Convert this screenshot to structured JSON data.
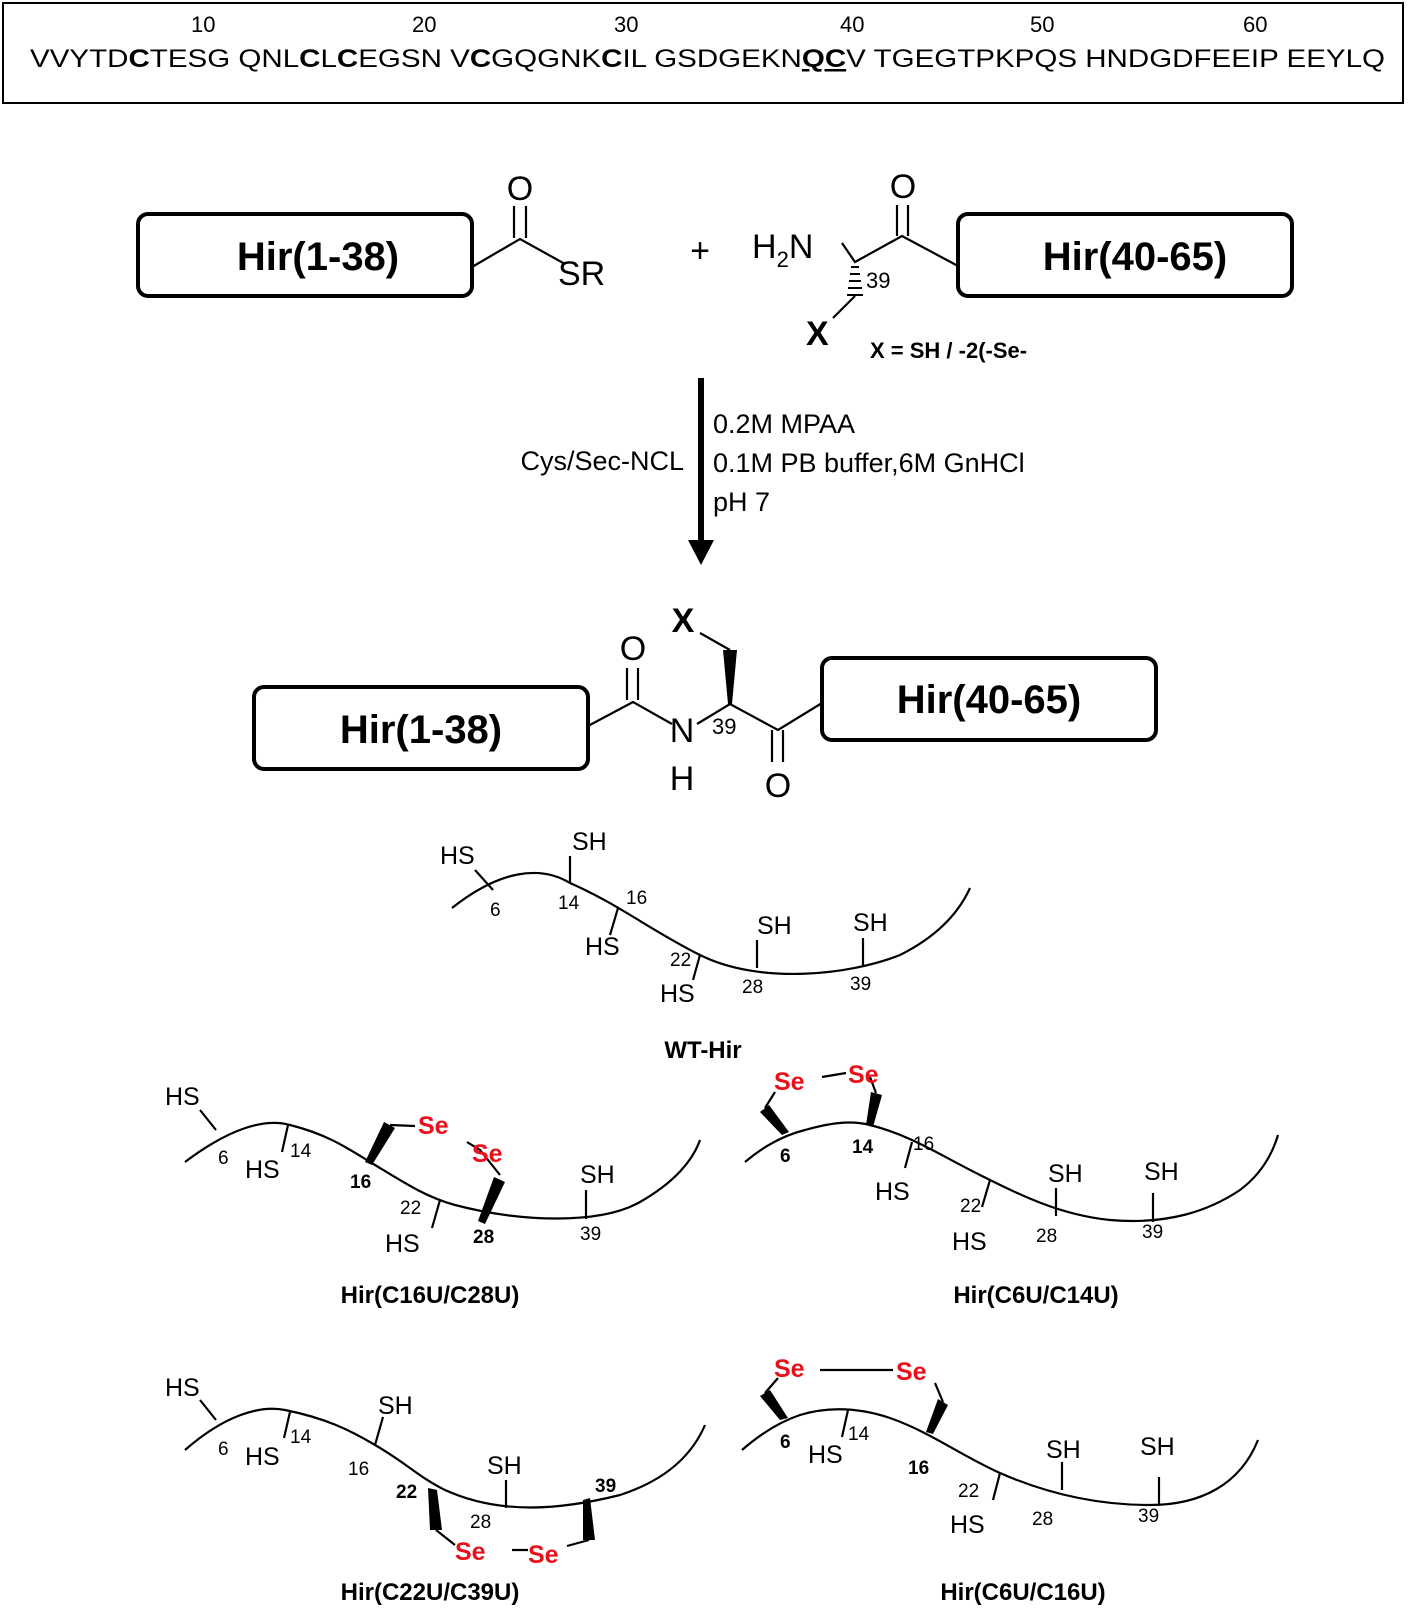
{
  "sequence": {
    "tick_labels": [
      "10",
      "20",
      "30",
      "40",
      "50",
      "60"
    ],
    "segments": [
      {
        "text": "VVYTD",
        "bold": false,
        "underline": false
      },
      {
        "text": "C",
        "bold": true,
        "underline": false
      },
      {
        "text": "TESG QNL",
        "bold": false,
        "underline": false
      },
      {
        "text": "C",
        "bold": true,
        "underline": false
      },
      {
        "text": "L",
        "bold": false,
        "underline": false
      },
      {
        "text": "C",
        "bold": true,
        "underline": false
      },
      {
        "text": "EGSN V",
        "bold": false,
        "underline": false
      },
      {
        "text": "C",
        "bold": true,
        "underline": false
      },
      {
        "text": "GQGNK",
        "bold": false,
        "underline": false
      },
      {
        "text": "C",
        "bold": true,
        "underline": false
      },
      {
        "text": "IL GSDGEKN",
        "bold": false,
        "underline": false
      },
      {
        "text": "QC",
        "bold": true,
        "underline": true
      },
      {
        "text": "V TGEGTPKPQS HNDGDFEEIP EEYLQ",
        "bold": false,
        "underline": false
      }
    ]
  },
  "reaction": {
    "fragment_left": "Hir(1-38)",
    "fragment_right": "Hir(40-65)",
    "thioester_group": "SR",
    "carbonyl_o": "O",
    "plus": "+",
    "amine": {
      "h": "H",
      "sub": "2",
      "n": "N"
    },
    "position": "39",
    "x_atom": "X",
    "x_definition": "X = SH / -2(-Se-",
    "method": "Cys/Sec-NCL",
    "conditions": [
      "0.2M MPAA",
      "0.1M PB buffer,6M GnHCl",
      "pH 7"
    ],
    "product": {
      "left": "Hir(1-38)",
      "right": "Hir(40-65)",
      "x_atom": "X",
      "o_top": "O",
      "o_bottom": "O",
      "nh_n": "N",
      "nh_h": "H",
      "position": "39"
    }
  },
  "variants": {
    "wt": {
      "caption": "WT-Hir",
      "positions": [
        "6",
        "14",
        "16",
        "22",
        "28",
        "39"
      ],
      "thiols": [
        "HS",
        "SH",
        "HS",
        "HS",
        "SH",
        "SH"
      ]
    },
    "c16u_c28u": {
      "caption": "Hir(C16U/C28U)",
      "positions": [
        "6",
        "14",
        "16",
        "22",
        "28",
        "39"
      ],
      "thiols": [
        "HS",
        "HS",
        "HS",
        "SH"
      ],
      "se": [
        "Se",
        "Se"
      ]
    },
    "c6u_c14u": {
      "caption": "Hir(C6U/C14U)",
      "positions": [
        "6",
        "14",
        "16",
        "22",
        "28",
        "39"
      ],
      "thiols": [
        "HS",
        "HS",
        "SH",
        "SH"
      ],
      "se": [
        "Se",
        "Se"
      ]
    },
    "c22u_c39u": {
      "caption": "Hir(C22U/C39U)",
      "positions": [
        "6",
        "14",
        "16",
        "22",
        "28",
        "39"
      ],
      "thiols": [
        "HS",
        "HS",
        "SH",
        "SH"
      ],
      "se": [
        "Se",
        "Se"
      ]
    },
    "c6u_c16u": {
      "caption": "Hir(C6U/C16U)",
      "positions": [
        "6",
        "14",
        "16",
        "22",
        "28",
        "39"
      ],
      "thiols": [
        "HS",
        "HS",
        "SH",
        "SH"
      ],
      "se": [
        "Se",
        "Se"
      ]
    }
  },
  "colors": {
    "selenium": "#e8101a",
    "ink": "#000000"
  }
}
